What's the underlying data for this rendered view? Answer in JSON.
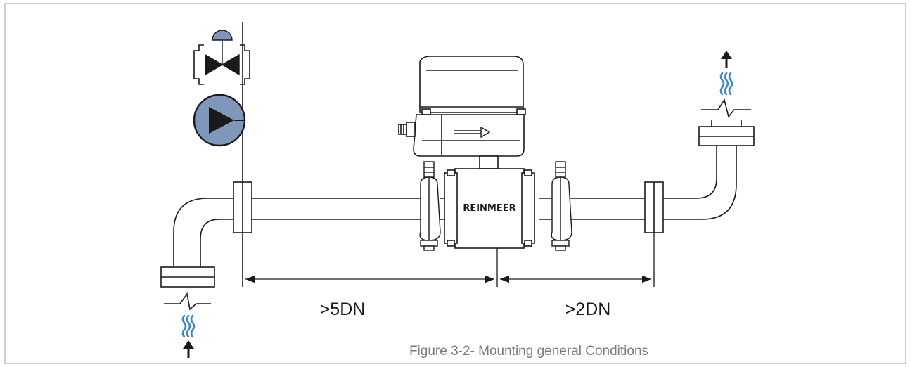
{
  "diagram": {
    "brand_label": "REINMEER",
    "upstream_label": ">5DN",
    "downstream_label": ">2DN",
    "caption": "Figure 3-2- Mounting general Conditions",
    "colors": {
      "line": "#1a1a1a",
      "pump_fill": "#7f98ba",
      "valve_cap": "#7f98ba",
      "flow_wave": "#3a86d0",
      "border": "#bdbdbd",
      "caption": "#7a7a7a"
    },
    "icons": [
      "flow-in-arrow-icon",
      "flow-out-arrow-icon",
      "wave-icon",
      "valve-icon",
      "pump-icon",
      "flow-direction-arrow-icon"
    ]
  }
}
